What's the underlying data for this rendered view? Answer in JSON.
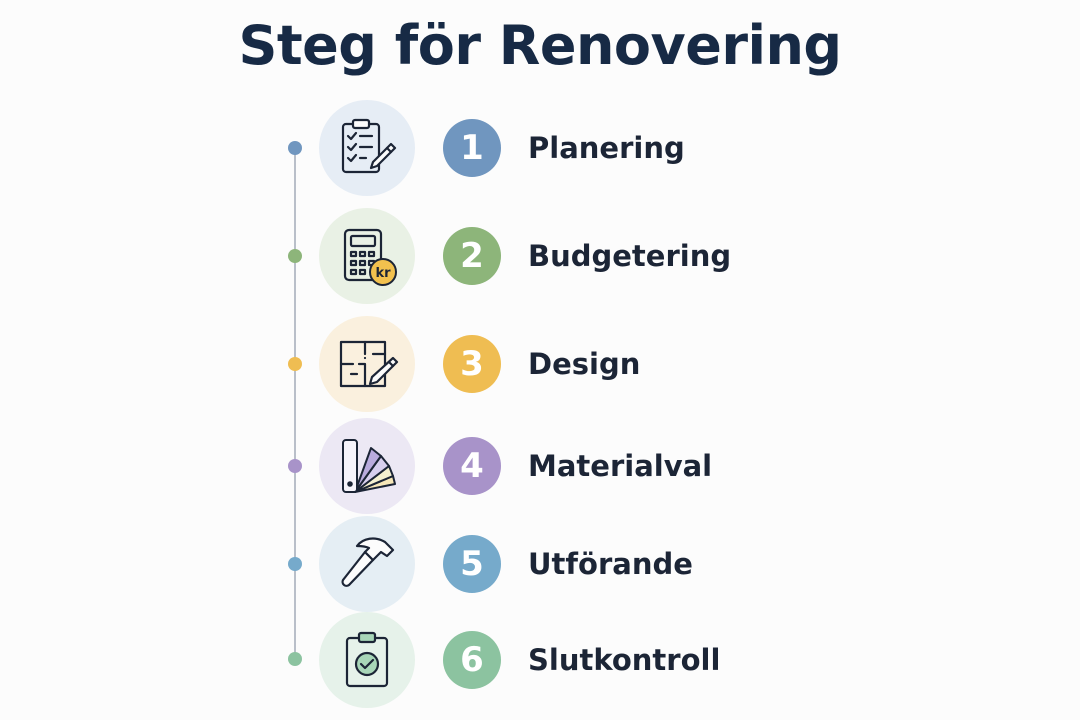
{
  "title": "Steg för Renovering",
  "steps": [
    {
      "number": "1",
      "label": "Planering",
      "icon": "clipboard-checklist-pencil-icon",
      "color": "#7096bf",
      "bg": "#e6edf5"
    },
    {
      "number": "2",
      "label": "Budgetering",
      "icon": "calculator-kr-icon",
      "badge": "kr",
      "color": "#8db57a",
      "bg": "#e9f1e5"
    },
    {
      "number": "3",
      "label": "Design",
      "icon": "floorplan-pencil-icon",
      "color": "#efbd52",
      "bg": "#faf0de"
    },
    {
      "number": "4",
      "label": "Materialval",
      "icon": "color-swatch-fan-icon",
      "color": "#a893c9",
      "bg": "#ece8f4"
    },
    {
      "number": "5",
      "label": "Utförande",
      "icon": "hammer-icon",
      "color": "#76aacb",
      "bg": "#e5eef4"
    },
    {
      "number": "6",
      "label": "Slutkontroll",
      "icon": "clipboard-check-icon",
      "color": "#8cc3a0",
      "bg": "#e6f2ea"
    }
  ]
}
